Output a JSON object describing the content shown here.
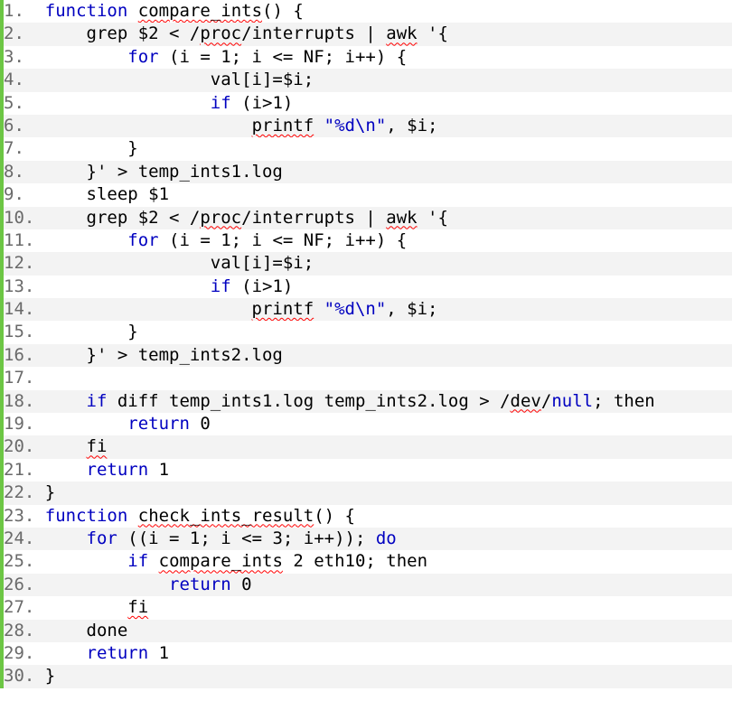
{
  "editor": {
    "lines": [
      {
        "num": "1.",
        "segments": [
          {
            "t": "  "
          },
          {
            "t": "function",
            "c": "kw"
          },
          {
            "t": " "
          },
          {
            "t": "compare_ints",
            "s": true
          },
          {
            "t": "() {"
          }
        ]
      },
      {
        "num": "2.",
        "segments": [
          {
            "t": "      grep $2 < /"
          },
          {
            "t": "proc",
            "s": true
          },
          {
            "t": "/interrupts | "
          },
          {
            "t": "awk",
            "s": true
          },
          {
            "t": " '{"
          }
        ]
      },
      {
        "num": "3.",
        "segments": [
          {
            "t": "          "
          },
          {
            "t": "for",
            "c": "kw"
          },
          {
            "t": " (i = 1; i <= NF; i++) {"
          }
        ]
      },
      {
        "num": "4.",
        "segments": [
          {
            "t": "                  val[i]=$i;"
          }
        ]
      },
      {
        "num": "5.",
        "segments": [
          {
            "t": "                  "
          },
          {
            "t": "if",
            "c": "kw"
          },
          {
            "t": " (i>1)"
          }
        ]
      },
      {
        "num": "6.",
        "segments": [
          {
            "t": "                      "
          },
          {
            "t": "printf",
            "s": true
          },
          {
            "t": " "
          },
          {
            "t": "\"%d\\n\"",
            "c": "str"
          },
          {
            "t": ", $i;"
          }
        ]
      },
      {
        "num": "7.",
        "segments": [
          {
            "t": "          }"
          }
        ]
      },
      {
        "num": "8.",
        "segments": [
          {
            "t": "      }' > temp_ints1.log"
          }
        ]
      },
      {
        "num": "9.",
        "segments": [
          {
            "t": "      sleep $1"
          }
        ]
      },
      {
        "num": "10.",
        "segments": [
          {
            "t": "     grep $2 < /"
          },
          {
            "t": "proc",
            "s": true
          },
          {
            "t": "/interrupts | "
          },
          {
            "t": "awk",
            "s": true
          },
          {
            "t": " '{"
          }
        ]
      },
      {
        "num": "11.",
        "segments": [
          {
            "t": "         "
          },
          {
            "t": "for",
            "c": "kw"
          },
          {
            "t": " (i = 1; i <= NF; i++) {"
          }
        ]
      },
      {
        "num": "12.",
        "segments": [
          {
            "t": "                 val[i]=$i;"
          }
        ]
      },
      {
        "num": "13.",
        "segments": [
          {
            "t": "                 "
          },
          {
            "t": "if",
            "c": "kw"
          },
          {
            "t": " (i>1)"
          }
        ]
      },
      {
        "num": "14.",
        "segments": [
          {
            "t": "                     "
          },
          {
            "t": "printf",
            "s": true
          },
          {
            "t": " "
          },
          {
            "t": "\"%d\\n\"",
            "c": "str"
          },
          {
            "t": ", $i;"
          }
        ]
      },
      {
        "num": "15.",
        "segments": [
          {
            "t": "         }"
          }
        ]
      },
      {
        "num": "16.",
        "segments": [
          {
            "t": "     }' > temp_ints2.log"
          }
        ]
      },
      {
        "num": "17.",
        "segments": [
          {
            "t": ""
          }
        ]
      },
      {
        "num": "18.",
        "segments": [
          {
            "t": "     "
          },
          {
            "t": "if",
            "c": "kw"
          },
          {
            "t": " diff temp_ints1.log temp_ints2.log > /"
          },
          {
            "t": "dev",
            "s": true
          },
          {
            "t": "/"
          },
          {
            "t": "null",
            "c": "kw"
          },
          {
            "t": "; then"
          }
        ]
      },
      {
        "num": "19.",
        "segments": [
          {
            "t": "         "
          },
          {
            "t": "return",
            "c": "kw"
          },
          {
            "t": " 0"
          }
        ]
      },
      {
        "num": "20.",
        "segments": [
          {
            "t": "     "
          },
          {
            "t": "fi",
            "s": true
          }
        ]
      },
      {
        "num": "21.",
        "segments": [
          {
            "t": "     "
          },
          {
            "t": "return",
            "c": "kw"
          },
          {
            "t": " 1"
          }
        ]
      },
      {
        "num": "22.",
        "segments": [
          {
            "t": " }"
          }
        ]
      },
      {
        "num": "23.",
        "segments": [
          {
            "t": " "
          },
          {
            "t": "function",
            "c": "kw"
          },
          {
            "t": " "
          },
          {
            "t": "check_ints_result",
            "s": true
          },
          {
            "t": "() {"
          }
        ]
      },
      {
        "num": "24.",
        "segments": [
          {
            "t": "     "
          },
          {
            "t": "for",
            "c": "kw"
          },
          {
            "t": " ((i = 1; i <= 3; i++)); "
          },
          {
            "t": "do",
            "c": "kw"
          }
        ]
      },
      {
        "num": "25.",
        "segments": [
          {
            "t": "         "
          },
          {
            "t": "if",
            "c": "kw"
          },
          {
            "t": " "
          },
          {
            "t": "compare_ints",
            "s": true
          },
          {
            "t": " 2 eth10; then"
          }
        ]
      },
      {
        "num": "26.",
        "segments": [
          {
            "t": "             "
          },
          {
            "t": "return",
            "c": "kw"
          },
          {
            "t": " 0"
          }
        ]
      },
      {
        "num": "27.",
        "segments": [
          {
            "t": "         "
          },
          {
            "t": "fi",
            "s": true
          }
        ]
      },
      {
        "num": "28.",
        "segments": [
          {
            "t": "     done"
          }
        ]
      },
      {
        "num": "29.",
        "segments": [
          {
            "t": "     "
          },
          {
            "t": "return",
            "c": "kw"
          },
          {
            "t": " 1"
          }
        ]
      },
      {
        "num": "30.",
        "segments": [
          {
            "t": " }"
          }
        ]
      }
    ]
  },
  "colors": {
    "gutter_bar": "#6cc644",
    "keyword": "#0000c0",
    "squiggle": "#ff0000",
    "stripe": "#f3f3f3"
  }
}
